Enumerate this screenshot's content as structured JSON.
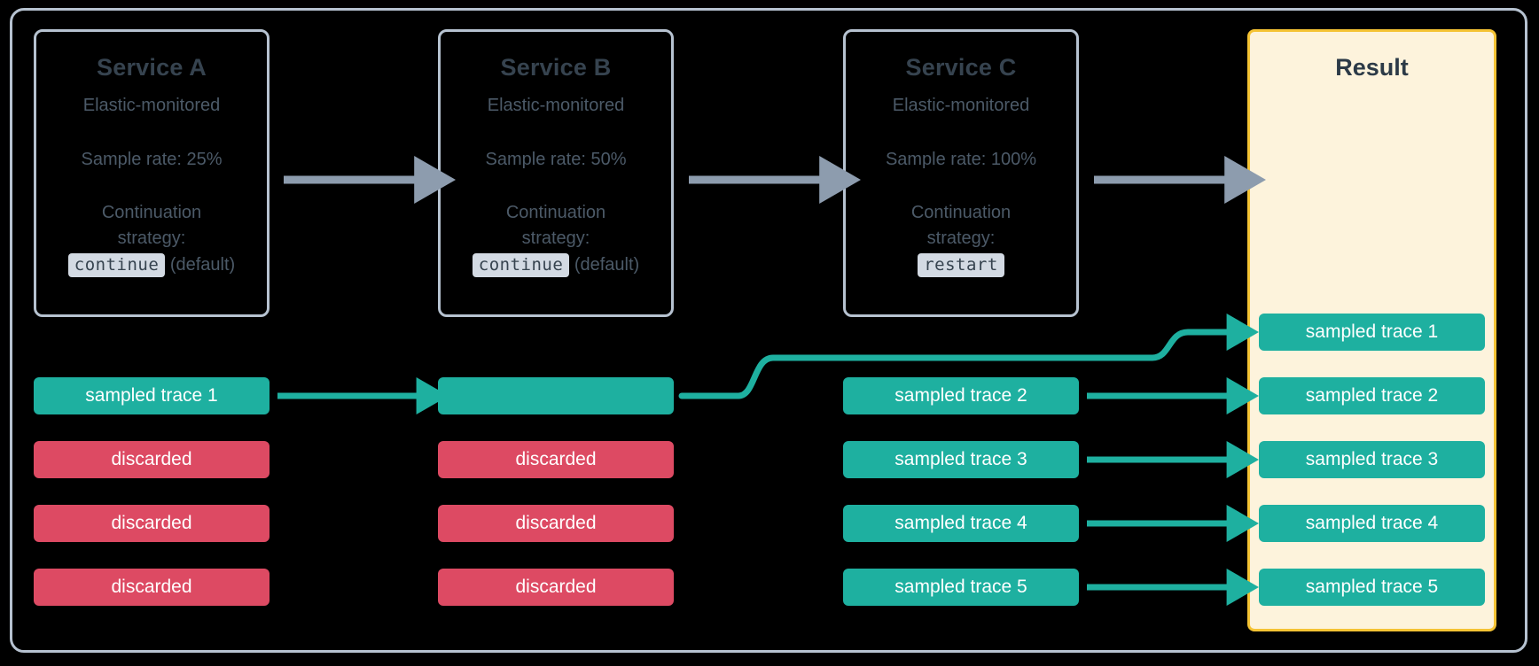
{
  "diagram": {
    "title": "Elastic APM distributed trace sampling flow",
    "colors": {
      "sampled": "#1eb0a0",
      "discarded": "#dd4a63",
      "result_border": "#f5c334",
      "result_fill": "#fdf3dc",
      "card_border": "#b6c2d0",
      "flow_arrow": "#8d9cae",
      "text": "#36434f",
      "background": "#000000"
    }
  },
  "services": [
    {
      "title": "Service A",
      "subtitle": "Elastic-monitored",
      "rate": "Sample rate: 25%",
      "strategy_label_line1": "Continuation",
      "strategy_label_line2": "strategy:",
      "strategy_value": "continue",
      "strategy_note": "(default)"
    },
    {
      "title": "Service B",
      "subtitle": "Elastic-monitored",
      "rate": "Sample rate: 50%",
      "strategy_label_line1": "Continuation",
      "strategy_label_line2": "strategy:",
      "strategy_value": "continue",
      "strategy_note": "(default)"
    },
    {
      "title": "Service C",
      "subtitle": "Elastic-monitored",
      "rate": "Sample rate: 100%",
      "strategy_label_line1": "Continuation",
      "strategy_label_line2": "strategy:",
      "strategy_value": "restart",
      "strategy_note": ""
    }
  ],
  "result": {
    "title": "Result"
  },
  "columns": {
    "service_a_traces": [
      {
        "label": "sampled trace 1",
        "kind": "sampled"
      },
      {
        "label": "discarded",
        "kind": "discarded"
      },
      {
        "label": "discarded",
        "kind": "discarded"
      },
      {
        "label": "discarded",
        "kind": "discarded"
      }
    ],
    "service_b_traces": [
      {
        "label": "",
        "kind": "sampled"
      },
      {
        "label": "discarded",
        "kind": "discarded"
      },
      {
        "label": "discarded",
        "kind": "discarded"
      },
      {
        "label": "discarded",
        "kind": "discarded"
      }
    ],
    "service_c_traces": [
      {
        "label": "sampled trace 2",
        "kind": "sampled"
      },
      {
        "label": "sampled trace 3",
        "kind": "sampled"
      },
      {
        "label": "sampled trace 4",
        "kind": "sampled"
      },
      {
        "label": "sampled trace 5",
        "kind": "sampled"
      }
    ],
    "result_traces": [
      {
        "label": "sampled trace 1",
        "kind": "sampled"
      },
      {
        "label": "sampled trace 2",
        "kind": "sampled"
      },
      {
        "label": "sampled trace 3",
        "kind": "sampled"
      },
      {
        "label": "sampled trace 4",
        "kind": "sampled"
      },
      {
        "label": "sampled trace 5",
        "kind": "sampled"
      }
    ]
  }
}
